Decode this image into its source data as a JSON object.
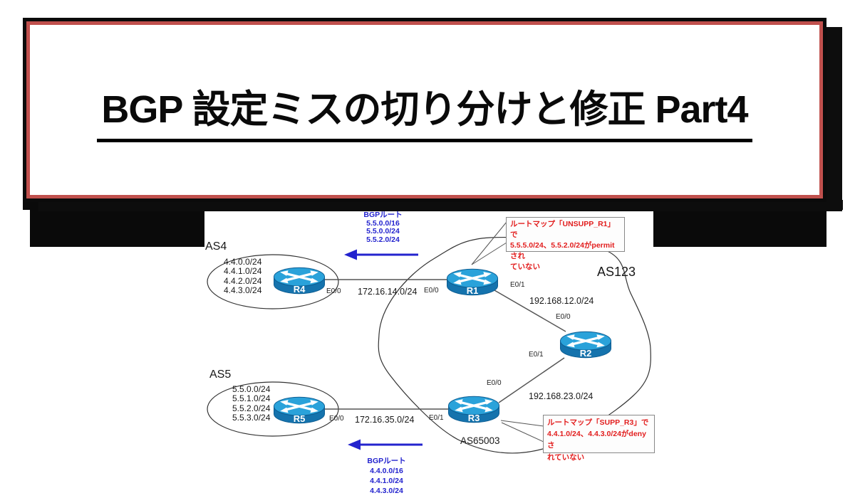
{
  "title": {
    "text": "BGP 設定ミスの切り分けと修正 Part4"
  },
  "colors": {
    "title_border_black": "#0b0b0b",
    "title_border_red": "#c0504d",
    "note_red": "#e21d1d",
    "bgp_blue": "#2323ce",
    "router_top_blue": "#2aa2da",
    "router_body_blue": "#1573ad",
    "line_gray": "#555555"
  },
  "as_groups": {
    "as4": {
      "label": "AS4",
      "networks": [
        "4.4.0.0/24",
        "4.4.1.0/24",
        "4.4.2.0/24",
        "4.4.3.0/24"
      ]
    },
    "as5": {
      "label": "AS5",
      "networks": [
        "5.5.0.0/24",
        "5.5.1.0/24",
        "5.5.2.0/24",
        "5.5.3.0/24"
      ]
    },
    "as123": {
      "label": "AS123"
    },
    "as65003": {
      "label": "AS65003"
    }
  },
  "routers": {
    "r1": "R1",
    "r2": "R2",
    "r3": "R3",
    "r4": "R4",
    "r5": "R5"
  },
  "links": {
    "r4_r1": {
      "subnet": "172.16.14.0/24"
    },
    "r1_r2": {
      "subnet": "192.168.12.0/24"
    },
    "r2_r3": {
      "subnet": "192.168.23.0/24"
    },
    "r3_r5": {
      "subnet": "172.16.35.0/24"
    }
  },
  "interfaces": {
    "r4_e00": "E0/0",
    "r1_e00": "E0/0",
    "r1_e01": "E0/1",
    "r2_e00": "E0/0",
    "r2_e01": "E0/1",
    "r3_e00": "E0/0",
    "r3_e01": "E0/1",
    "r5_e00": "E0/0"
  },
  "bgp_top": {
    "title": "BGPルート",
    "routes": [
      "5.5.0.0/16",
      "5.5.0.0/24",
      "5.5.2.0/24"
    ]
  },
  "bgp_bottom": {
    "title": "BGPルート",
    "routes": [
      "4.4.0.0/16",
      "4.4.1.0/24",
      "4.4.3.0/24"
    ]
  },
  "notes": {
    "r1": {
      "line1": "ルートマップ「UNSUPP_R1」で",
      "line2": "5.5.5.0/24、5.5.2.0/24がpermitされ",
      "line3": "ていない"
    },
    "r3": {
      "line1": "ルートマップ「SUPP_R3」で",
      "line2": "4.4.1.0/24、4.4.3.0/24がdenyさ",
      "line3": "れていない"
    }
  }
}
